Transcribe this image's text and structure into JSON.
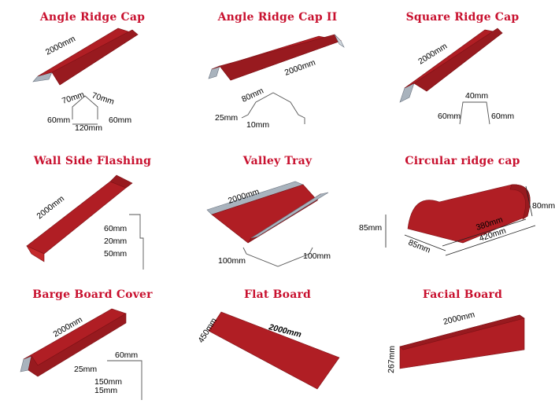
{
  "products": [
    {
      "title": "Angle Ridge Cap",
      "labels": {
        "length": "2000mm",
        "l1": "70mm",
        "l2": "70mm",
        "l3": "60mm",
        "l4": "120mm",
        "l5": "60mm"
      }
    },
    {
      "title": "Angle Ridge Cap II",
      "labels": {
        "length": "2000mm",
        "l1": "80mm",
        "l2": "25mm",
        "l3": "10mm"
      }
    },
    {
      "title": "Square Ridge Cap",
      "labels": {
        "length": "2000mm",
        "l1": "40mm",
        "l2": "60mm",
        "l3": "60mm"
      }
    },
    {
      "title": "Wall Side Flashing",
      "labels": {
        "length": "2000mm",
        "l1": "60mm",
        "l2": "20mm",
        "l3": "50mm"
      }
    },
    {
      "title": "Valley Tray",
      "labels": {
        "length": "2000mm",
        "l1": "100mm",
        "l2": "100mm"
      }
    },
    {
      "title": "Circular ridge cap",
      "labels": {
        "l1": "80mm",
        "l2": "85mm",
        "l3": "85mm",
        "l4": "380mm",
        "l5": "420mm"
      }
    },
    {
      "title": "Barge Board Cover",
      "labels": {
        "length": "2000mm",
        "l1": "60mm",
        "l2": "25mm",
        "l3": "150mm",
        "l4": "15mm"
      }
    },
    {
      "title": "Flat Board",
      "labels": {
        "length": "2000mm",
        "l1": "450mm"
      }
    },
    {
      "title": "Facial Board",
      "labels": {
        "length": "2000mm",
        "l1": "267mm"
      }
    }
  ],
  "colors": {
    "title": "#c8102e",
    "product_red": "#b01e24",
    "flashing_grey": "#a9b3bd"
  }
}
